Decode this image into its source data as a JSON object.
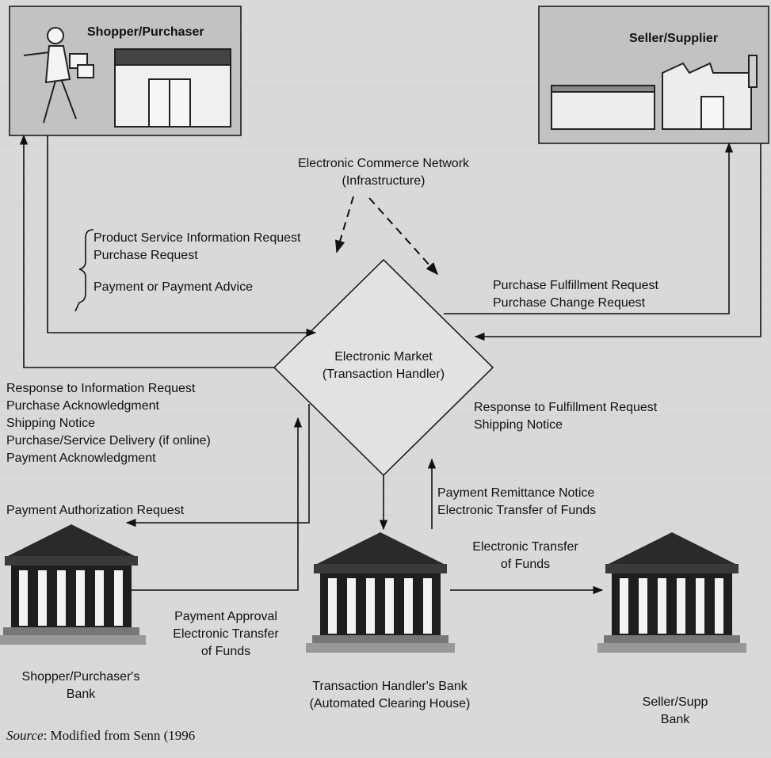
{
  "parties": {
    "shopper": "Shopper/Purchaser",
    "seller": "Seller/Supplier"
  },
  "network": {
    "line1": "Electronic Commerce Network",
    "line2": "(Infrastructure)"
  },
  "market": {
    "line1": "Electronic Market",
    "line2": "(Transaction Handler)"
  },
  "shopper_to_market": {
    "line1": "Product Service Information Request",
    "line2": "Purchase Request",
    "line3": "Payment or Payment Advice"
  },
  "market_to_shopper": {
    "line1": "Response to Information Request",
    "line2": "Purchase Acknowledgment",
    "line3": "Shipping Notice",
    "line4": "Purchase/Service Delivery (if online)",
    "line5": "Payment Acknowledgment"
  },
  "market_to_seller": {
    "line1": "Purchase Fulfillment Request",
    "line2": "Purchase Change Request"
  },
  "seller_to_market": {
    "line1": "Response to Fulfillment Request",
    "line2": "Shipping Notice"
  },
  "payment_authorization": "Payment Authorization Request",
  "remittance": {
    "line1": "Payment Remittance Notice",
    "line2": "Electronic Transfer of Funds"
  },
  "transfer_to_seller_bank": {
    "line1": "Electronic Transfer",
    "line2": "of Funds"
  },
  "payment_approval": {
    "line1": "Payment Approval",
    "line2": "Electronic Transfer",
    "line3": "of Funds"
  },
  "banks": {
    "shopper_bank_line1": "Shopper/Purchaser's",
    "shopper_bank_line2": "Bank",
    "handler_bank_line1": "Transaction Handler's Bank",
    "handler_bank_line2": "(Automated Clearing House)",
    "seller_bank_line1": "Seller/Supp",
    "seller_bank_line2": "Bank"
  },
  "source": {
    "label": "Source",
    "text": ": Modified from Senn (1996"
  },
  "colors": {
    "line": "#111111",
    "box_fill": "#c2c2c2",
    "diamond_fill": "#e2e2e2",
    "bank_dark": "#2a2a2a"
  },
  "icons": {
    "shopper": "person-with-packages-icon",
    "shop": "storefront-icon",
    "factory": "factory-icon",
    "bank": "bank-building-icon"
  }
}
